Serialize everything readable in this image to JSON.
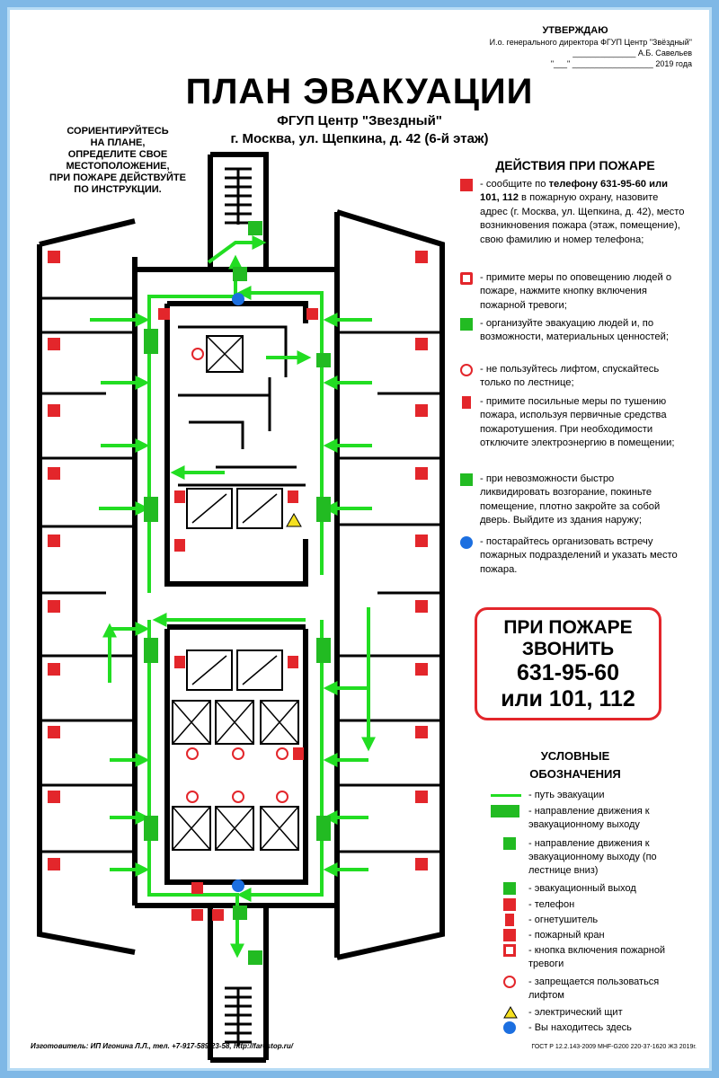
{
  "approval": {
    "title": "УТВЕРЖДАЮ",
    "position": "И.о. генерального директора ФГУП Центр \"Звёздный\"",
    "signature": "______________ А.Б. Савельев",
    "date": "\"___\" __________________ 2019 года"
  },
  "header": {
    "title": "ПЛАН ЭВАКУАЦИИ",
    "organization": "ФГУП Центр \"Звездный\"",
    "address": "г. Москва, ул. Щепкина, д. 42 (6-й этаж)"
  },
  "orientation_note": [
    "СОРИЕНТИРУЙТЕСЬ",
    "НА ПЛАНЕ,",
    "ОПРЕДЕЛИТЕ СВОЕ",
    "МЕСТОПОЛОЖЕНИЕ,",
    "ПРИ ПОЖАРЕ ДЕЙСТВУЙТЕ",
    "ПО ИНСТРУКЦИИ."
  ],
  "actions": {
    "heading": "ДЕЙСТВИЯ ПРИ ПОЖАРЕ",
    "items": [
      {
        "icon": "phone-icon",
        "text_pre": "- сообщите по ",
        "text_bold": "телефону 631-95-60 или 101, 112",
        "text_post": " в пожарную охрану, назовите адрес (г. Москва, ул. Щепкина, д. 42), место возникновения пожара (этаж, помещение), свою фамилию и номер телефона;"
      },
      {
        "icon": "alarm-button-icon",
        "text_pre": "- примите меры по оповещению людей о пожаре, нажмите кнопку включения пожарной тревоги;",
        "text_bold": "",
        "text_post": ""
      },
      {
        "icon": "exit-direction-icon",
        "text_pre": "- организуйте эвакуацию людей и, по возможности, материальных ценностей;",
        "text_bold": "",
        "text_post": ""
      },
      {
        "icon": "no-elevator-icon",
        "text_pre": "- не пользуйтесь лифтом, спускайтесь только по лестнице;",
        "text_bold": "",
        "text_post": ""
      },
      {
        "icon": "extinguisher-icon",
        "text_pre": "- примите посильные меры по тушению пожара, используя первичные средства пожаротушения. При необходимости отключите электроэнергию в помещении;",
        "text_bold": "",
        "text_post": ""
      },
      {
        "icon": "exit-door-icon",
        "text_pre": "- при невозможности быстро ликвидировать возгорание, покиньте помещение, плотно закройте за собой дверь. Выйдите из здания наружу;",
        "text_bold": "",
        "text_post": ""
      },
      {
        "icon": "info-icon",
        "text_pre": "- постарайтесь организовать встречу пожарных подразделений и указать место пожара.",
        "text_bold": "",
        "text_post": ""
      }
    ]
  },
  "fire_call": {
    "line1": "ПРИ ПОЖАРЕ",
    "line2": "ЗВОНИТЬ",
    "line3": "631-95-60",
    "line4": "или 101, 112"
  },
  "legend": {
    "title1": "УСЛОВНЫЕ",
    "title2": "ОБОЗНАЧЕНИЯ",
    "items": [
      {
        "icon": "evacuation-path-icon",
        "text": "- путь эвакуации"
      },
      {
        "icon": "exit-direction-icon",
        "text": "- направление движения к эвакуационному выходу"
      },
      {
        "icon": "stairs-down-icon",
        "text": "- направление движения к эвакуационному выходу (по лестнице вниз)"
      },
      {
        "icon": "evacuation-exit-icon",
        "text": "- эвакуационный выход"
      },
      {
        "icon": "phone-icon",
        "text": "- телефон"
      },
      {
        "icon": "extinguisher-icon",
        "text": "- огнетушитель"
      },
      {
        "icon": "fire-hydrant-icon",
        "text": "- пожарный кран"
      },
      {
        "icon": "alarm-button-icon",
        "text": "- кнопка включения пожарной тревоги"
      },
      {
        "icon": "no-elevator-icon",
        "text": "- запрещается пользоваться лифтом"
      },
      {
        "icon": "electrical-panel-icon",
        "text": "- электрический щит"
      },
      {
        "icon": "you-are-here-icon",
        "text": "- Вы находитесь здесь"
      }
    ]
  },
  "colors": {
    "evacuation": "#22dd22",
    "danger": "#e3262b",
    "you_are_here": "#1c6fe0",
    "frame": "#7fb8e6"
  },
  "footer": {
    "maker": "Изготовитель: ИП Игонина Л.Л., тел. +7-917-589-23-58, http://farestop.ru/",
    "standard": "ГОСТ Р 12.2.143-2009 МНF-G200 220-37-1620 ЖЗ 2019г."
  }
}
